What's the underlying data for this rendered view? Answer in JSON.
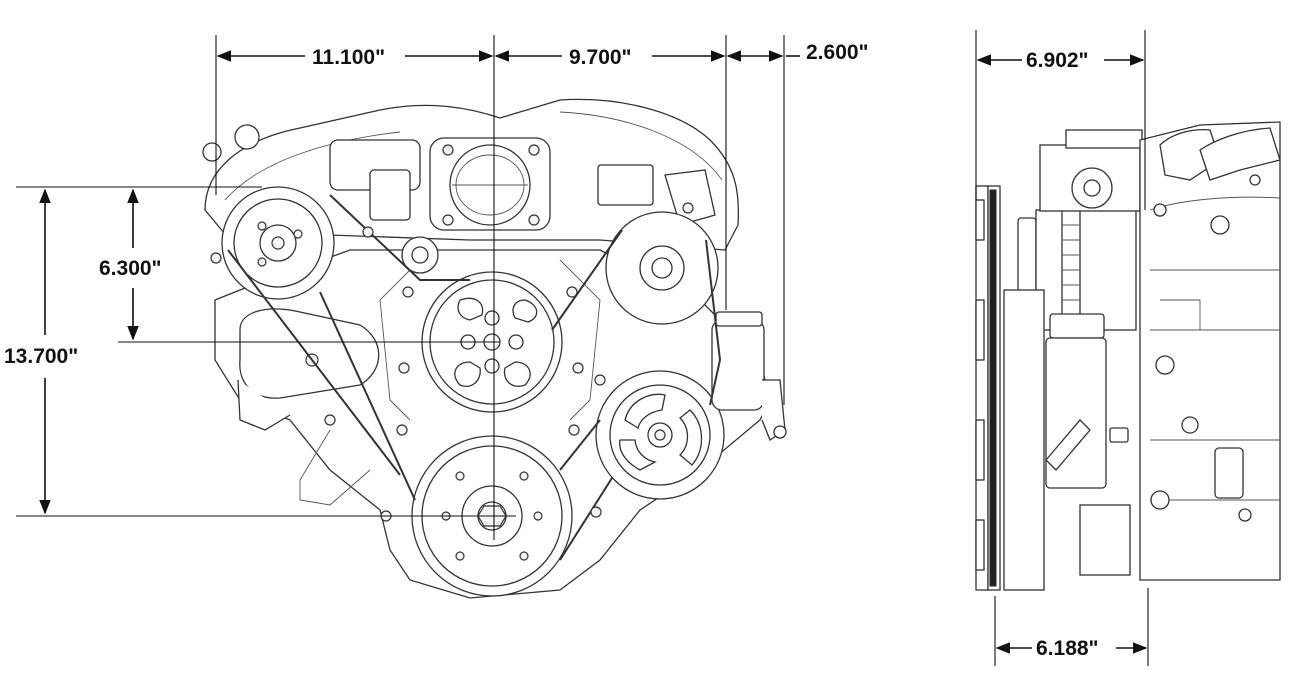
{
  "dimensions": {
    "front_width_left": "11.100\"",
    "front_width_right": "9.700\"",
    "front_width_extra": "2.600\"",
    "side_width_top": "6.902\"",
    "side_width_bottom": "6.188\"",
    "height_upper": "6.300\"",
    "height_total": "13.700\""
  },
  "colors": {
    "line": "#111111",
    "drawing": "#333333",
    "background": "#ffffff"
  }
}
